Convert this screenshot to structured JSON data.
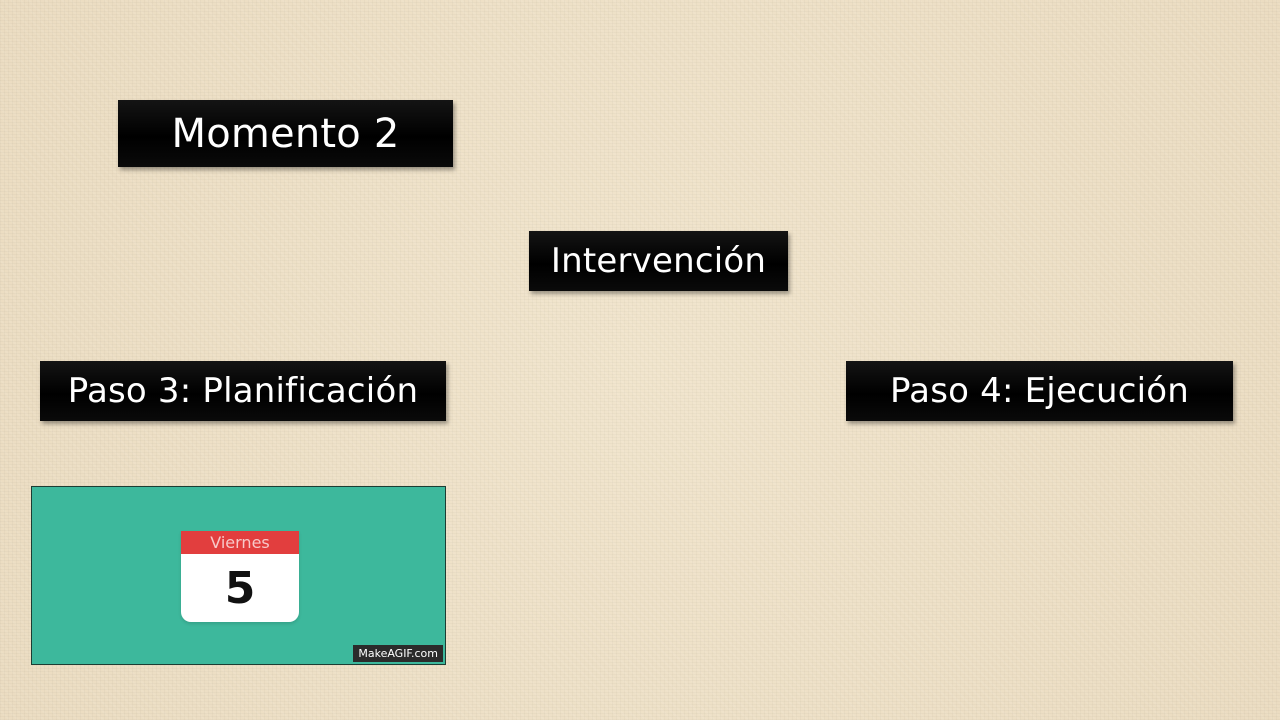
{
  "slide": {
    "title": "Momento 2",
    "phase": "Intervención",
    "step_left": "Paso 3: Planificación",
    "step_right": "Paso 4: Ejecución"
  },
  "gif": {
    "calendar_day_name": "Viernes",
    "calendar_day_number": "5",
    "watermark": "MakeAGIF.com"
  },
  "colors": {
    "background": "#efe2c9",
    "label_box": "#000000",
    "label_text": "#ffffff",
    "gif_background": "#3db89c",
    "calendar_header": "#e23e3e"
  }
}
